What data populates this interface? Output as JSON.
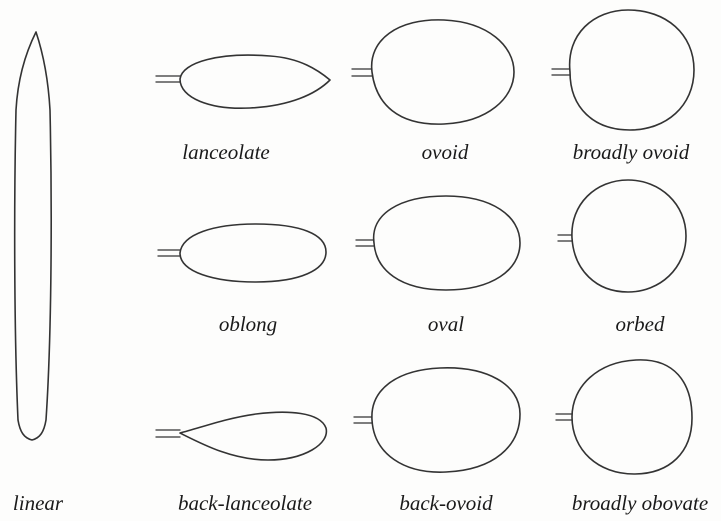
{
  "colors": {
    "background": "#fdfdfc",
    "ink": "#333333",
    "text": "#1a1a1a"
  },
  "shapes": {
    "linear": "linear",
    "lanceolate": "lanceolate",
    "ovoid": "ovoid",
    "broadly_ovoid": "broadly ovoid",
    "oblong": "oblong",
    "oval": "oval",
    "orbed": "orbed",
    "back_lanceolate": "back-lanceolate",
    "back_ovoid": "back-ovoid",
    "broadly_obovate": "broadly obovate"
  }
}
